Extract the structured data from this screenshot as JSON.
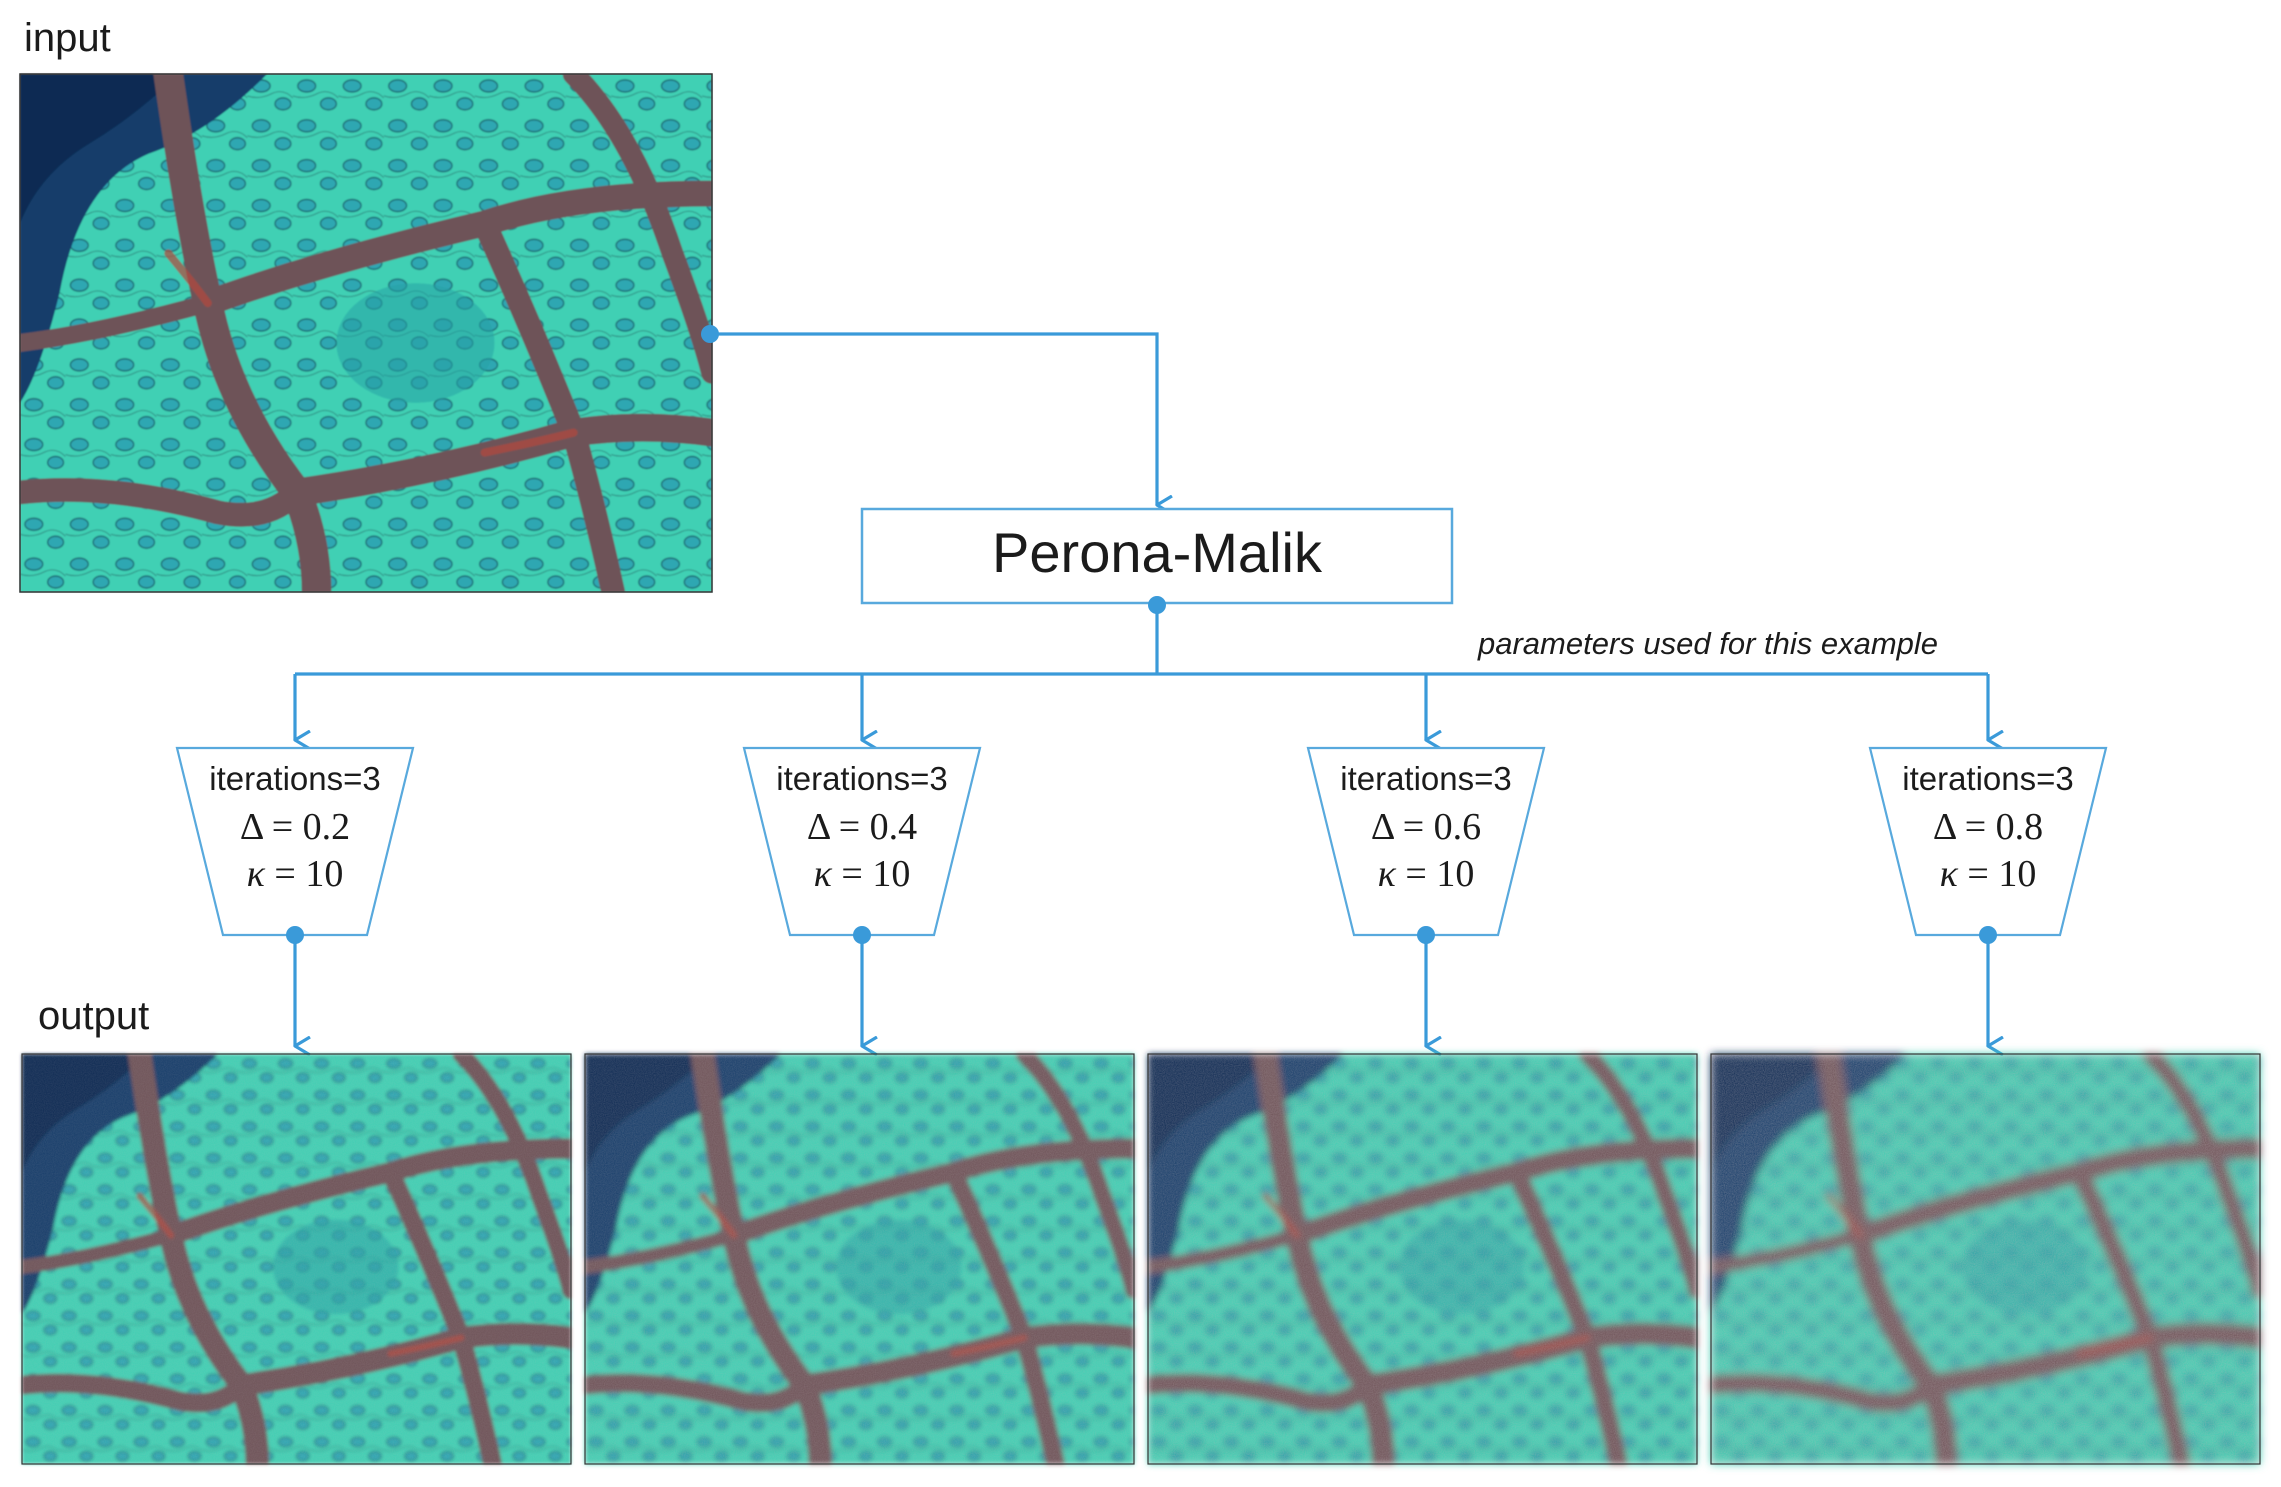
{
  "labels": {
    "input": "input",
    "output": "output",
    "annotation": "parameters used for this example"
  },
  "process": {
    "title": "Perona-Malik"
  },
  "params": [
    {
      "iterations": "iterations=3",
      "delta": "= 0.2",
      "kappa": "= 10",
      "smoothing_level": 0.2
    },
    {
      "iterations": "iterations=3",
      "delta": "= 0.4",
      "kappa": "= 10",
      "smoothing_level": 0.4
    },
    {
      "iterations": "iterations=3",
      "delta": "= 0.6",
      "kappa": "= 10",
      "smoothing_level": 0.6
    },
    {
      "iterations": "iterations=3",
      "delta": "= 0.8",
      "kappa": "= 10",
      "smoothing_level": 0.8
    }
  ],
  "symbols": {
    "delta": "Δ",
    "kappa": "κ"
  },
  "colors": {
    "connector": "#3a9ad9",
    "box_border": "#58a9dd",
    "tissue_cell": "#3fd0b4",
    "tissue_nucleus": "#2fa7b2",
    "tissue_wall": "#6e5358",
    "tissue_dark": "#123c6a",
    "text": "#1b1b1b"
  }
}
